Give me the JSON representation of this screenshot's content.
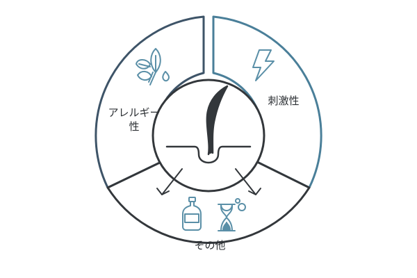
{
  "segments": [
    {
      "id": "allergy",
      "label_lines": [
        "アレルギー",
        "性"
      ],
      "icon": "leaves-droplets-icon",
      "color": "#3e5468"
    },
    {
      "id": "irritant",
      "label_lines": [
        "刺激性"
      ],
      "icon": "lightning-bolt-icon",
      "color": "#4a7f99"
    },
    {
      "id": "other",
      "label_lines": [
        "その他"
      ],
      "icons": [
        "bottle-icon",
        "hourglass-icon"
      ],
      "color": "#33373b"
    }
  ],
  "center": {
    "icon": "hair-follicle-icon"
  },
  "colors": {
    "icon_teal": "#5a8fa7",
    "hair": "#33373b"
  }
}
